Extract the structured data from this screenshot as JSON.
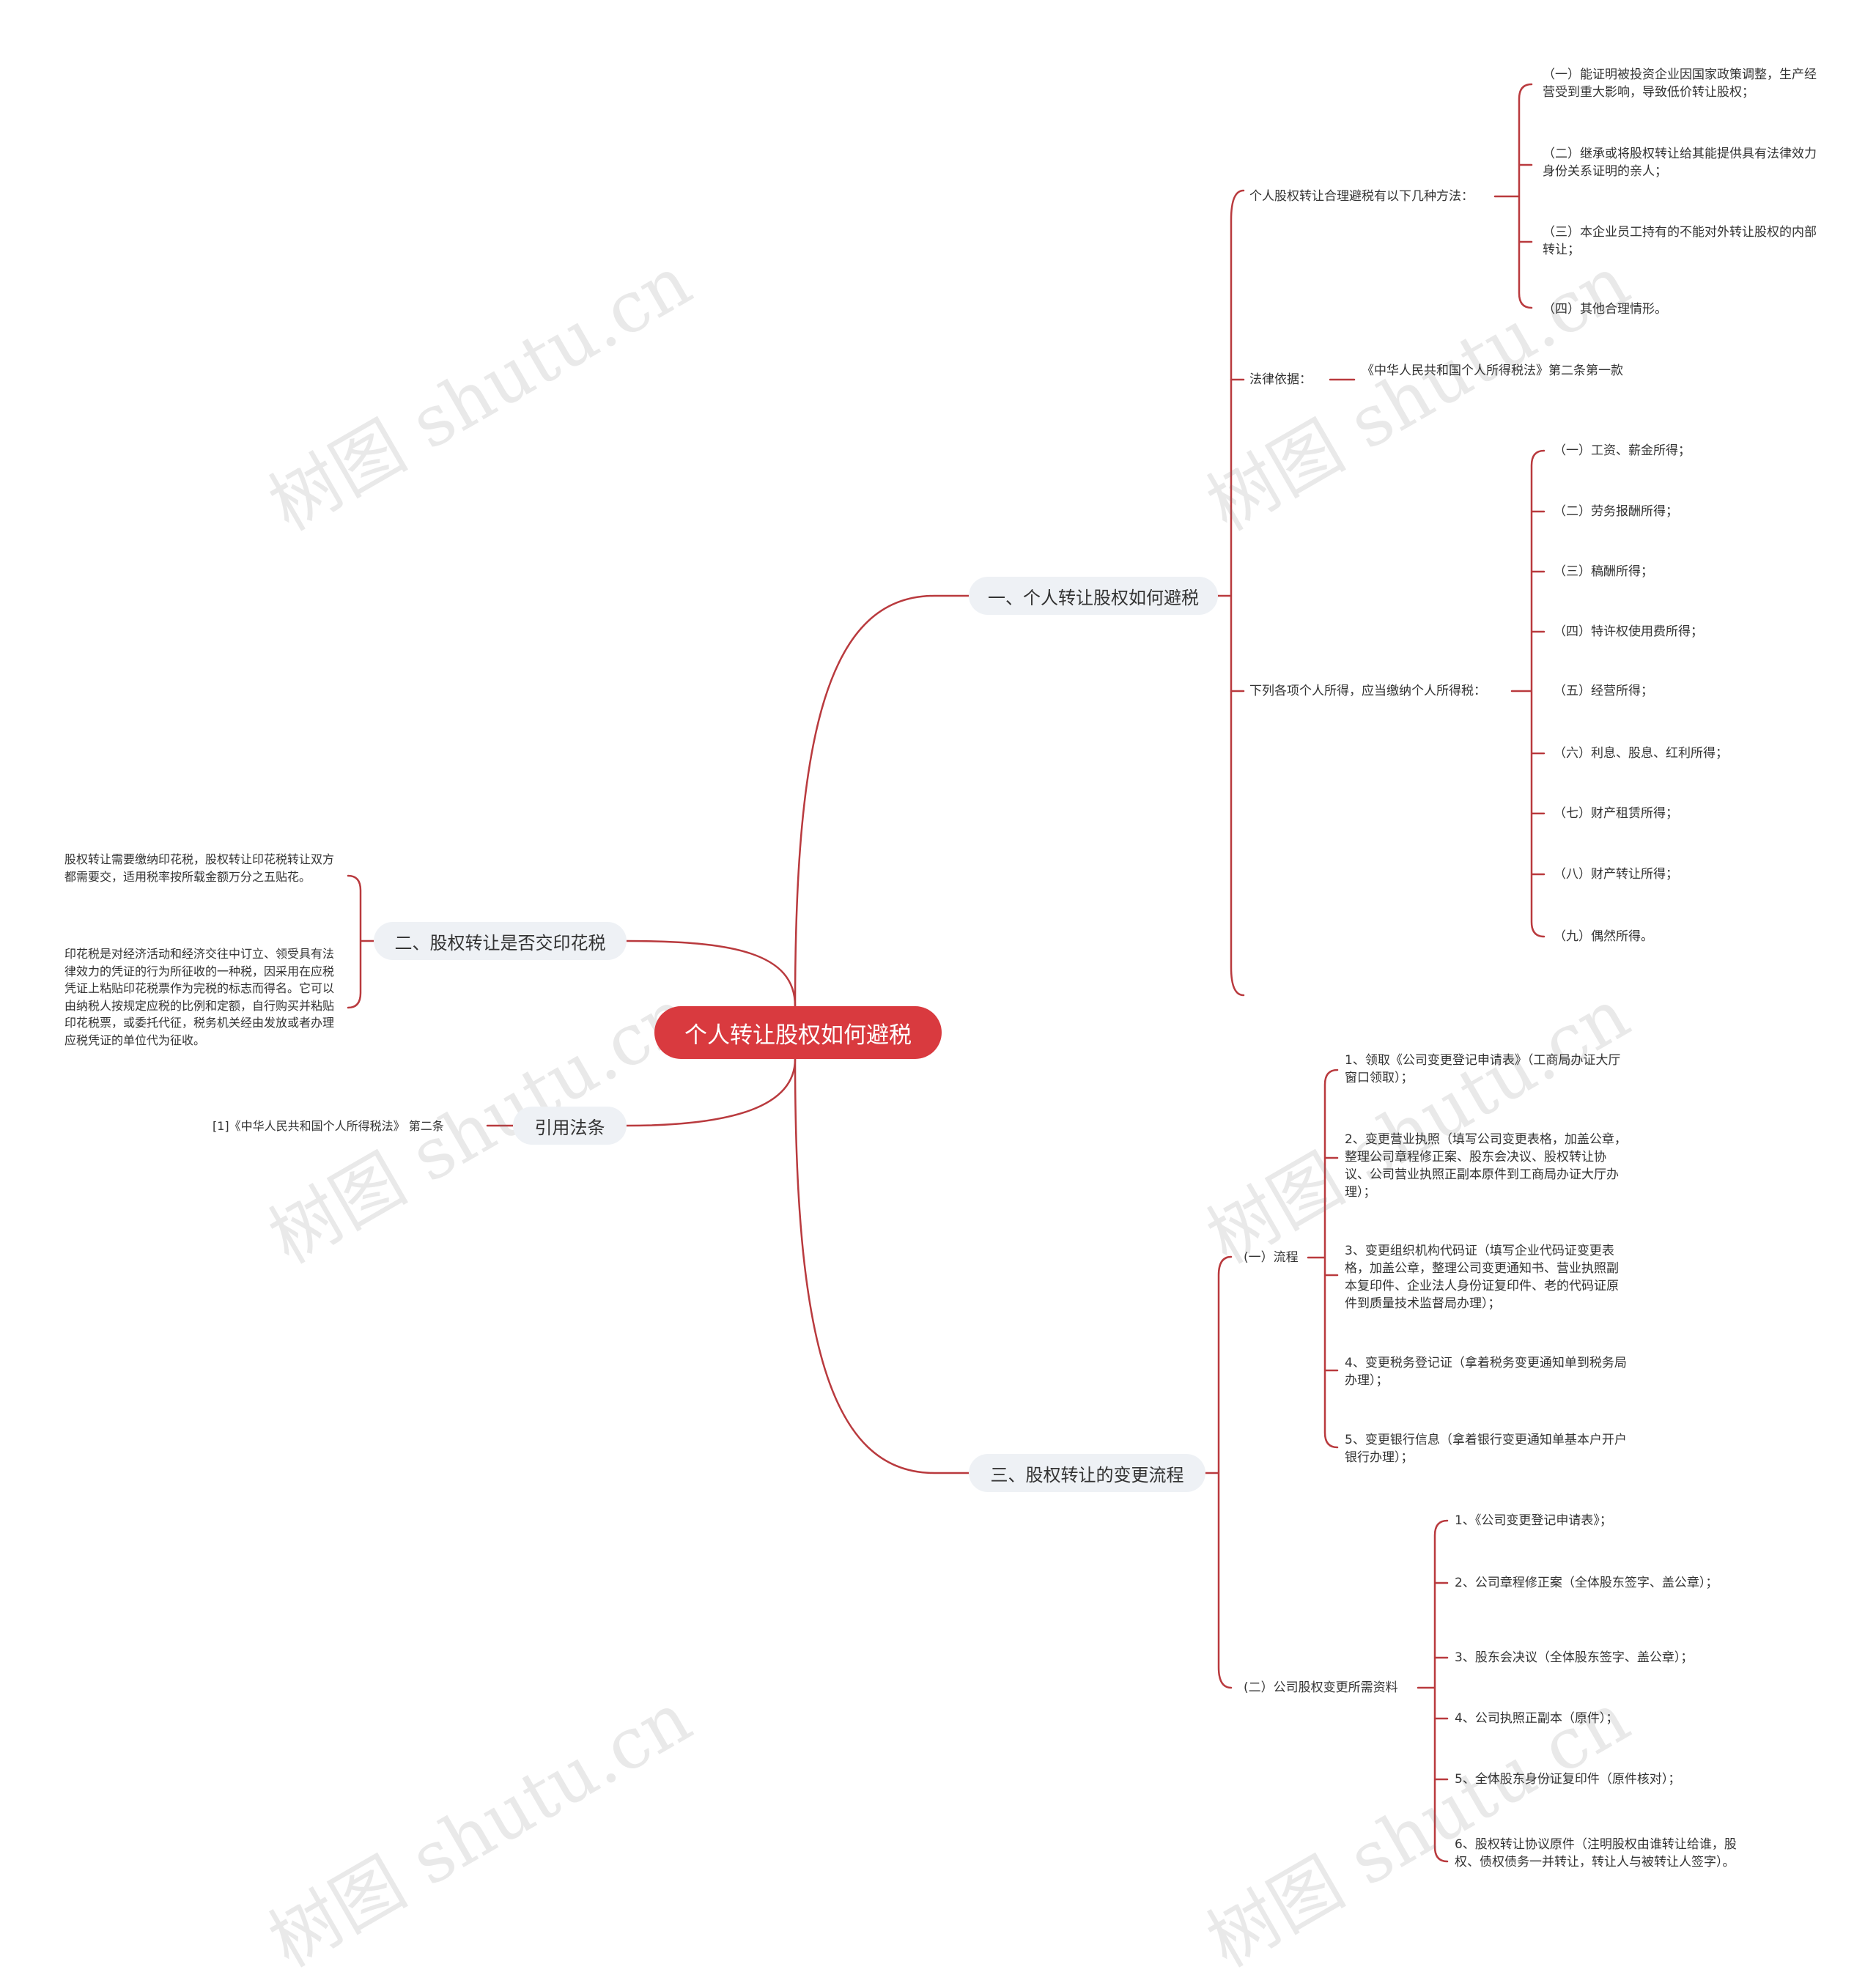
{
  "colors": {
    "line": "#b93a3e",
    "root_bg": "#d93a3f",
    "main_bg": "#eef1f5",
    "text": "#333333"
  },
  "watermark": "树图 shutu.cn",
  "root": "个人转让股权如何避税",
  "b1": {
    "label": "一、个人转让股权如何避税",
    "s1": {
      "label": "个人股权转让合理避税有以下几种方法：",
      "items": [
        "（一）能证明被投资企业因国家政策调整，生产经营受到重大影响，导致低价转让股权；",
        "（二）继承或将股权转让给其能提供具有法律效力身份关系证明的亲人；",
        "（三）本企业员工持有的不能对外转让股权的内部转让；",
        "（四）其他合理情形。"
      ]
    },
    "s2": {
      "label": "法律依据：",
      "items": [
        "《中华人民共和国个人所得税法》第二条第一款"
      ]
    },
    "s3": {
      "label": "下列各项个人所得，应当缴纳个人所得税：",
      "items": [
        "（一）工资、薪金所得；",
        "（二）劳务报酬所得；",
        "（三）稿酬所得；",
        "（四）特许权使用费所得；",
        "（五）经营所得；",
        "（六）利息、股息、红利所得；",
        "（七）财产租赁所得；",
        "（八）财产转让所得；",
        "（九）偶然所得。"
      ]
    }
  },
  "b2": {
    "label": "二、股权转让是否交印花税",
    "items": [
      "股权转让需要缴纳印花税，股权转让印花税转让双方都需要交，适用税率按所载金额万分之五贴花。",
      "印花税是对经济活动和经济交往中订立、领受具有法律效力的凭证的行为所征收的一种税，因采用在应税凭证上粘贴印花税票作为完税的标志而得名。它可以由纳税人按规定应税的比例和定额，自行购买并粘贴印花税票，或委托代征，税务机关经由发放或者办理应税凭证的单位代为征收。"
    ]
  },
  "b3": {
    "label": "引用法条",
    "items": [
      "[1]《中华人民共和国个人所得税法》 第二条"
    ]
  },
  "b4": {
    "label": "三、股权转让的变更流程",
    "s1": {
      "label": "(一）流程",
      "items": [
        "1、领取《公司变更登记申请表》（工商局办证大厅窗口领取）；",
        "2、变更营业执照（填写公司变更表格，加盖公章，整理公司章程修正案、股东会决议、股权转让协议、公司营业执照正副本原件到工商局办证大厅办理）；",
        "3、变更组织机构代码证（填写企业代码证变更表格，加盖公章，整理公司变更通知书、营业执照副本复印件、企业法人身份证复印件、老的代码证原件到质量技术监督局办理）；",
        "4、变更税务登记证（拿着税务变更通知单到税务局办理）；",
        "5、变更银行信息（拿着银行变更通知单基本户开户银行办理）；"
      ]
    },
    "s2": {
      "label": "(二）公司股权变更所需资料",
      "items": [
        "1、《公司变更登记申请表》；",
        "2、公司章程修正案（全体股东签字、盖公章）；",
        "3、股东会决议（全体股东签字、盖公章）；",
        "4、公司执照正副本（原件）；",
        "5、全体股东身份证复印件（原件核对）；",
        "6、股权转让协议原件（注明股权由谁转让给谁，股权、债权债务一并转让，转让人与被转让人签字）。"
      ]
    }
  }
}
